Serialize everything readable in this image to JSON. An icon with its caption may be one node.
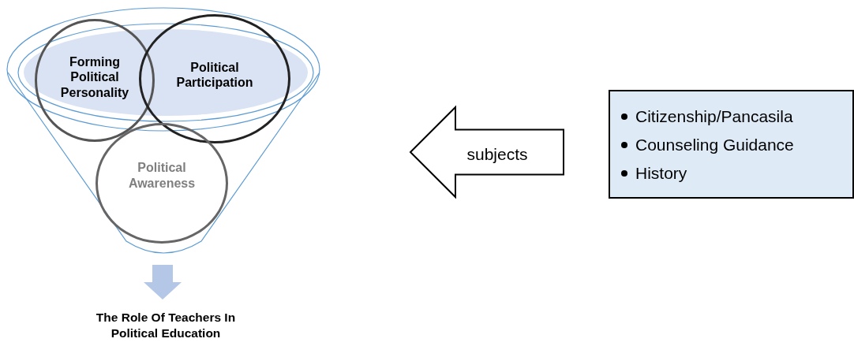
{
  "diagram": {
    "nodes": [
      {
        "text": [],
        "shape": "funnel"
      },
      {
        "text": [
          "Forming Political Personality"
        ]
      },
      {
        "text": [
          "Political Participation"
        ]
      },
      {
        "text": [
          "Political Awareness"
        ]
      },
      {
        "text": [
          "The Role Of Teachers In Political Education"
        ]
      },
      {
        "text": [
          "Citizenship/Pancasila",
          "Counseling Guidance",
          "History"
        ]
      }
    ],
    "edges": [
      {
        "from": 5,
        "to": 0,
        "arrow": "to",
        "label": "subjects"
      },
      {
        "from": 0,
        "to": 4,
        "arrow": "to",
        "color": "#b4c7e7"
      }
    ]
  }
}
